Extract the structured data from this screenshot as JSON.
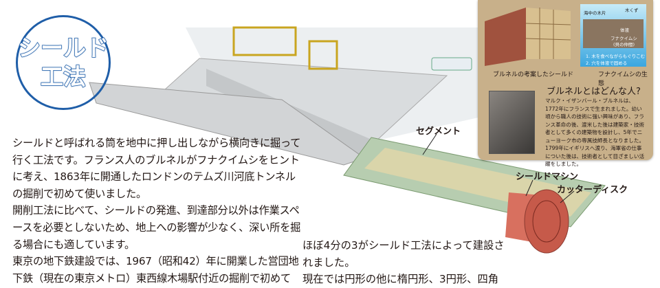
{
  "title": {
    "line1": "シールド",
    "line2": "工法"
  },
  "body": {
    "paragraphs": [
      "シールドと呼ばれる筒を地中に押し出しながら横向きに掘って行く工法です。フランス人のブルネルがフナクイムシをヒントに考え、1863年に開通したロンドンのテムズ川河底トンネルの掘削で初めて使いました。",
      "開削工法に比べて、シールドの発進、到達部分以外は作業スペースを必要としないため、地上への影響が少なく、深い所を掘る場合にも適しています。",
      "東京の地下鉄建設では、1967（昭和42）年に開業した営団地下鉄（現在の東京メトロ）東西線木場駅付近の掘削で初めて"
    ],
    "continued": [
      "ほぼ4分の3がシールド工法によって建設さ",
      "れました。",
      "現在では円形の他に楕円形、3円形、四角"
    ]
  },
  "illustration_labels": {
    "segment": "セグメント",
    "shield_machine": "シールドマシン",
    "cutter_disk": "カッターディスク"
  },
  "panel": {
    "caption_left": "ブルネルの考案したシールド",
    "caption_right": "フナクイムシの生態",
    "diagram": {
      "wood": "海中の木片",
      "chips": "木くず",
      "fluid": "体液",
      "worm": "フナクイムシ",
      "worm_note": "(貝の仲間)",
      "step1": "1. 木を食べながらもぐりこむ",
      "step2": "2. 穴を体液で固める"
    },
    "heading": "ブルネルとはどんな人?",
    "bio": "マルク・イザンバール・ブルネルは、1772年にフランスで生まれました。幼い頃から職人の技術に強い興味があり、フランス革命の後、渡米した後は建築家・技術者として多くの建築物を設計し、5年でニューヨーク市の専属技師長となりました。1799年にイギリスへ渡り、海軍省の仕事についた後は、技術者として目ざましい活躍をしました。"
  },
  "colors": {
    "title_blue": "#1f5ea8",
    "panel_bg": "#c8b08a",
    "segment_green": "#b7cdb0",
    "cutter_red": "#d8705f"
  }
}
